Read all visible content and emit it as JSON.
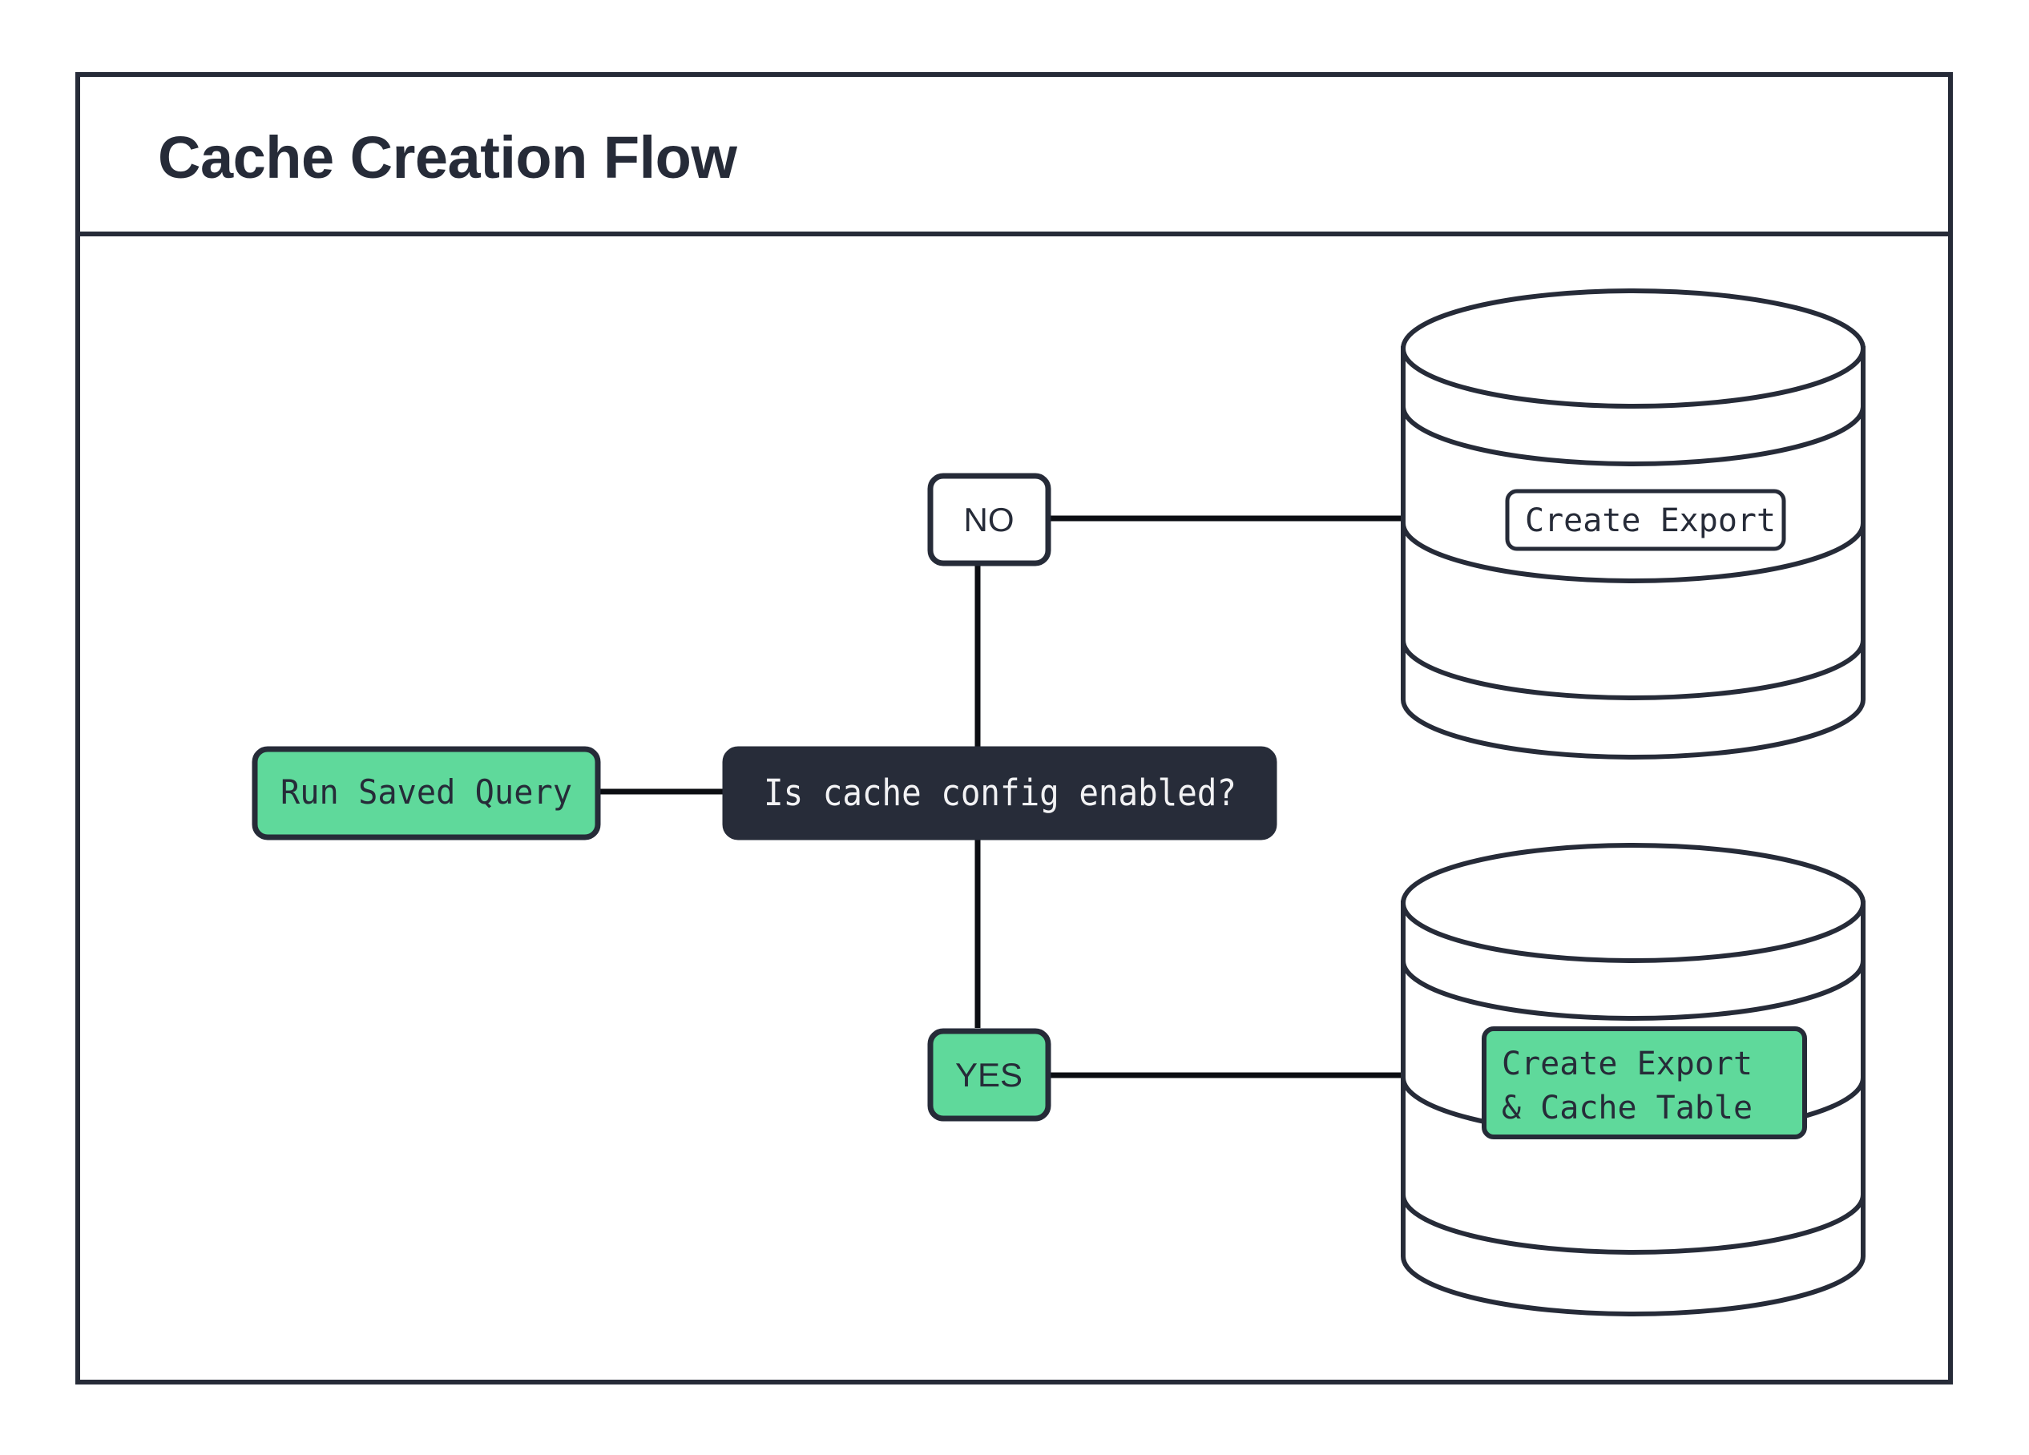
{
  "diagram": {
    "title": "Cache Creation Flow",
    "type": "flowchart",
    "background_color": "#ffffff",
    "frame_border_color": "#262b38",
    "accent_green": "#5fd99b",
    "dark_navy": "#262b38",
    "nodes": [
      {
        "id": "start",
        "label": "Run Saved Query",
        "shape": "rounded-rect",
        "fill": "#5fd99b",
        "text_color": "#262b38"
      },
      {
        "id": "decision",
        "label": "Is cache config enabled?",
        "shape": "rounded-rect",
        "fill": "#262b38",
        "text_color": "#f2f2f4"
      },
      {
        "id": "branch_no",
        "label": "NO",
        "shape": "rounded-rect",
        "fill": "#ffffff",
        "text_color": "#262b38"
      },
      {
        "id": "branch_yes",
        "label": "YES",
        "shape": "rounded-rect",
        "fill": "#5fd99b",
        "text_color": "#262b38"
      },
      {
        "id": "db_export",
        "label": "Create Export",
        "shape": "database-cylinder",
        "fill": "#ffffff",
        "text_color": "#262b38"
      },
      {
        "id": "db_export_cache",
        "label_line1": "Create Export",
        "label_line2": "& Cache Table",
        "shape": "database-cylinder",
        "fill": "#5fd99b",
        "text_color": "#262b38"
      }
    ],
    "edges": [
      {
        "from": "start",
        "to": "decision",
        "label": ""
      },
      {
        "from": "decision",
        "to": "branch_no",
        "label": "NO"
      },
      {
        "from": "decision",
        "to": "branch_yes",
        "label": "YES"
      },
      {
        "from": "branch_no",
        "to": "db_export",
        "label": ""
      },
      {
        "from": "branch_yes",
        "to": "db_export_cache",
        "label": ""
      }
    ]
  }
}
